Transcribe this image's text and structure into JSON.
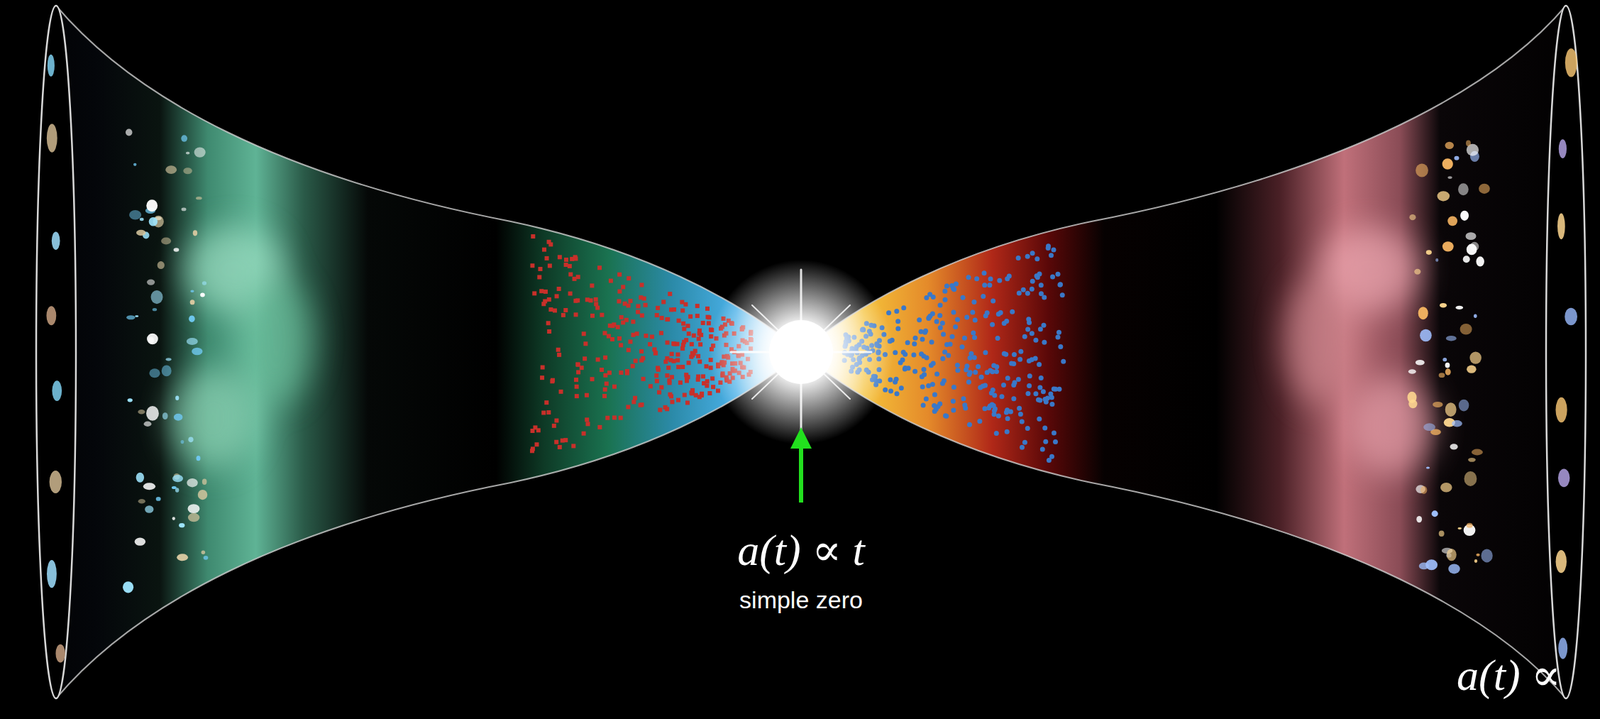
{
  "diagram": {
    "labels": [
      "a(t) ∝ t",
      "simple zero",
      "a(t) ∝"
    ]
  }
}
